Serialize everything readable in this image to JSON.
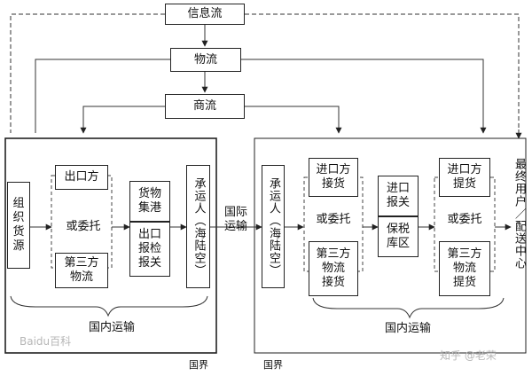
{
  "top_flows": {
    "info_flow": "信息流",
    "goods_flow": "物流",
    "commerce_flow": "商流"
  },
  "left_region": {
    "organize_source": "组\n织\n货\n源",
    "exporter": "出口方",
    "or_entrust": "或委托",
    "third_party_logistics": "第三方\n物流",
    "cargo_port": "货物\n集港",
    "export_inspection": "出口\n报检\n报关",
    "carrier": "承运人（海陆空）",
    "domestic_transport": "国内运输",
    "border": "国界"
  },
  "middle": {
    "international_transport": "国际\n运输"
  },
  "right_region": {
    "carrier": "承运人（海陆空）",
    "importer_receive": "进口方\n接货",
    "or_entrust_1": "或委托",
    "third_party_receive": "第三方\n物流\n接货",
    "import_declaration": "进口\n报关",
    "bonded_warehouse": "保税\n库区",
    "importer_pickup": "进口方\n提货",
    "or_entrust_2": "或委托",
    "third_party_pickup": "第三方\n物流\n提货",
    "end_user": "最终用户／配送中心",
    "domestic_transport": "国内运输",
    "border": "国界"
  },
  "watermarks": {
    "left": "Baidu百科",
    "right": "知乎 @老荣"
  }
}
